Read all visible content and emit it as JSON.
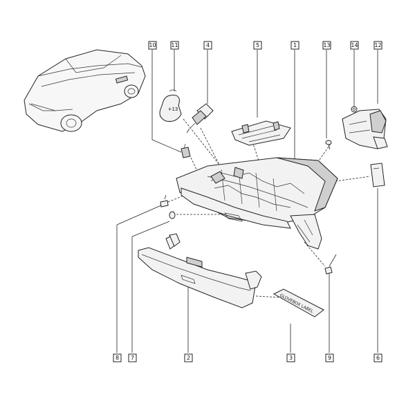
{
  "callouts": {
    "c10": "10",
    "c11": "11",
    "c4": "4",
    "c5": "5",
    "c1": "1",
    "c13": "13",
    "c14": "14",
    "c12": "12",
    "c8": "8",
    "c7": "7",
    "c2": "2",
    "c3": "3",
    "c9": "9",
    "c6": "6"
  },
  "pouch_text": "+13",
  "label_plate_text": "GLOVEBOX LABEL"
}
